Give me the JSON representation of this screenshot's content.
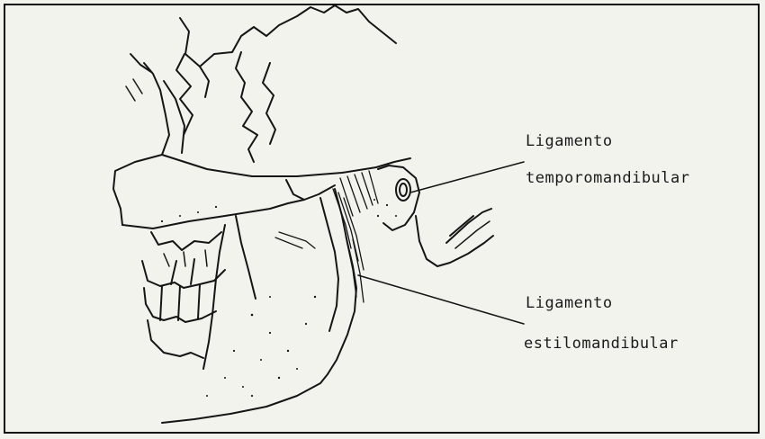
{
  "labels": {
    "temporomandibular": {
      "line1": "Ligamento",
      "line2": "temporomandibular"
    },
    "estilomandibular": {
      "line1": "Ligamento",
      "line2": "estilomandibular"
    }
  },
  "colors": {
    "ink": "#151515",
    "paper": "#f3f3ee"
  }
}
